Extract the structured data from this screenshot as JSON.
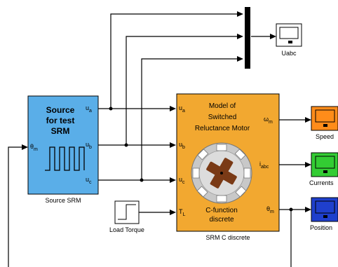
{
  "blocks": {
    "source": {
      "title_lines": [
        "Source",
        "for test",
        "SRM"
      ],
      "caption": "Source SRM",
      "in_port": "θ",
      "in_port_sub": "m",
      "out_ports": [
        {
          "main": "u",
          "sub": "a"
        },
        {
          "main": "u",
          "sub": "b"
        },
        {
          "main": "u",
          "sub": "c"
        }
      ]
    },
    "motor": {
      "title_lines": [
        "Model of",
        "Switched",
        "Reluctance Motor"
      ],
      "footer_lines": [
        "C-function",
        "discrete"
      ],
      "caption": "SRM C discrete",
      "in_ports": [
        {
          "main": "u",
          "sub": "a"
        },
        {
          "main": "u",
          "sub": "b"
        },
        {
          "main": "u",
          "sub": "c"
        },
        {
          "main": "T",
          "sub": "L"
        }
      ],
      "out_ports": [
        {
          "main": "ω",
          "sub": "m"
        },
        {
          "main": "i",
          "sub": "abc"
        },
        {
          "main": "θ",
          "sub": "m"
        }
      ]
    },
    "load_torque": {
      "caption": "Load Torque"
    },
    "scope_uabc": {
      "caption": "Uabc"
    },
    "scope_speed": {
      "caption": "Speed",
      "color": "#ff8c1a"
    },
    "scope_currents": {
      "caption": "Currents",
      "color": "#33cc33"
    },
    "scope_position": {
      "caption": "Position",
      "color": "#1f3fcc"
    }
  },
  "colors": {
    "source_fill": "#5aaee8",
    "motor_fill": "#f2a830",
    "line": "#000000"
  }
}
